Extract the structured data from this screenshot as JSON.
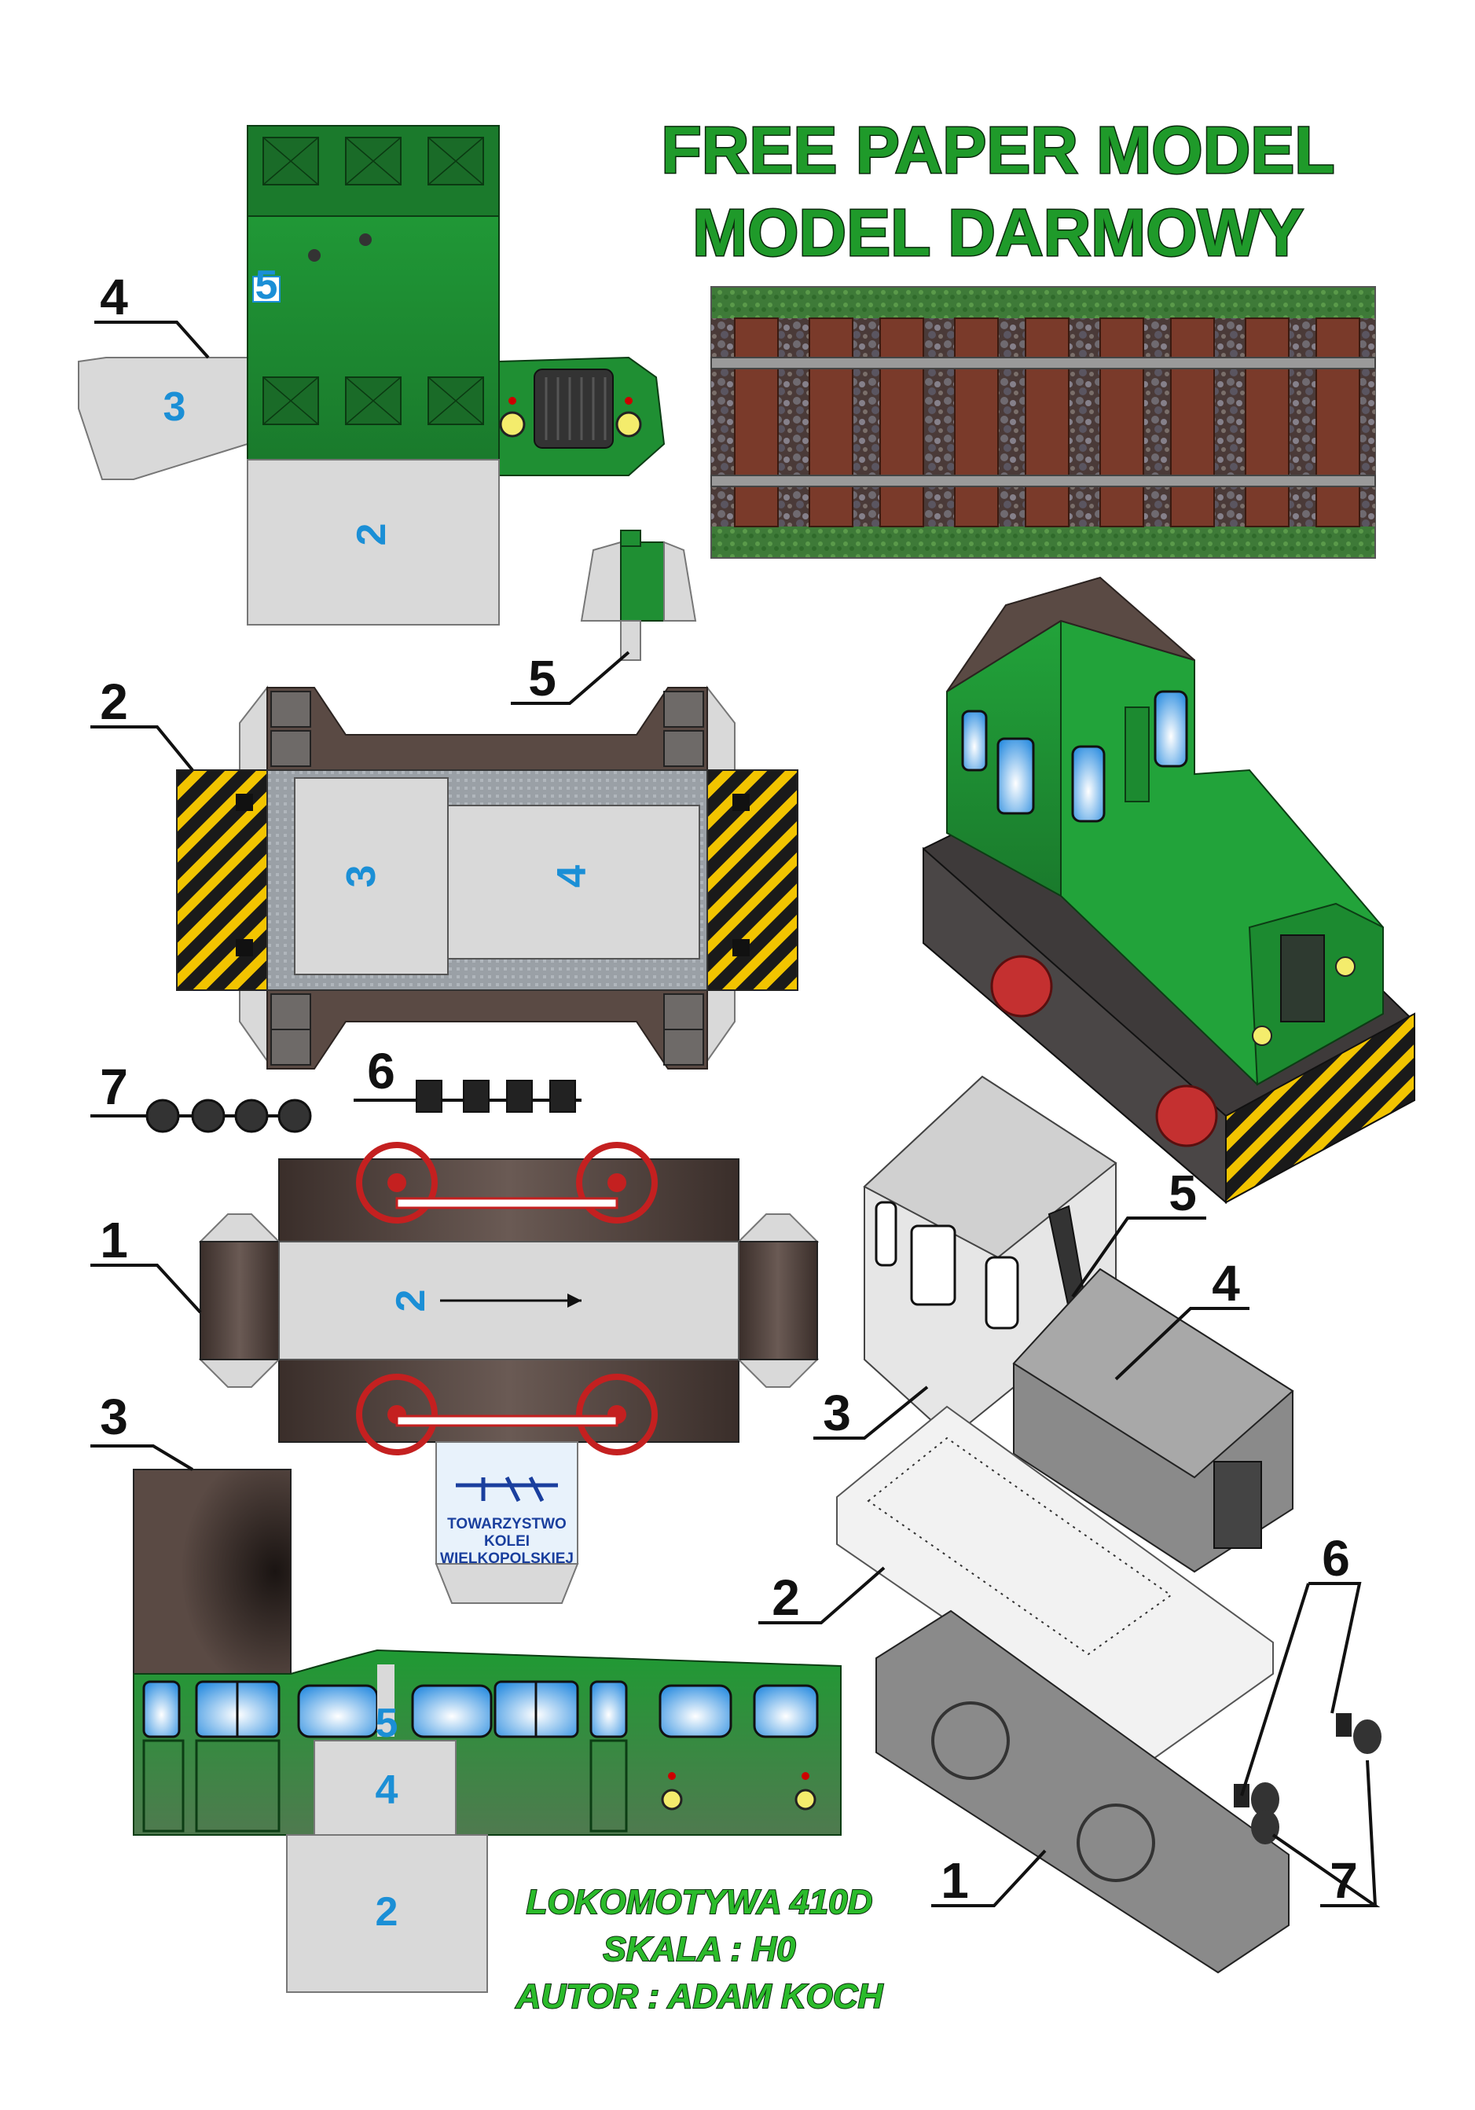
{
  "title": {
    "line1": "FREE PAPER MODEL",
    "line2": "MODEL  DARMOWY"
  },
  "credits": {
    "line1": "LOKOMOTYWA 410D",
    "line2": "SKALA : H0",
    "line3": "AUTOR : ADAM KOCH"
  },
  "logo": {
    "line1": "TOWARZYSTWO",
    "line2": "KOLEI",
    "line3": "WIELKOPOLSKIEJ"
  },
  "part_labels": {
    "top_left_4": "4",
    "bogie_5": "5",
    "chassis_2": "2",
    "wheels_7": "7",
    "buffers_6": "6",
    "frame_1": "1",
    "cab_3": "3",
    "exploded_5": "5",
    "exploded_4": "4",
    "exploded_3": "3",
    "exploded_2": "2",
    "exploded_6": "6",
    "exploded_1": "1",
    "exploded_7": "7"
  },
  "panel_numbers": {
    "hood_side": "3",
    "hood_base": "2",
    "hood_tag": "5",
    "chassis_a": "3",
    "chassis_b": "4",
    "frame_center": "2",
    "cab_tag": "5",
    "cab_roof": "4",
    "cab_base": "2"
  },
  "colors": {
    "locomotive_green": "#1f8f33",
    "roof_brown": "#5a4a44",
    "panel_blue_text": "#1b8fd6",
    "title_green": "#1f9a2a",
    "wheel_red": "#d12a2a",
    "hazard_yellow": "#f2c400"
  }
}
